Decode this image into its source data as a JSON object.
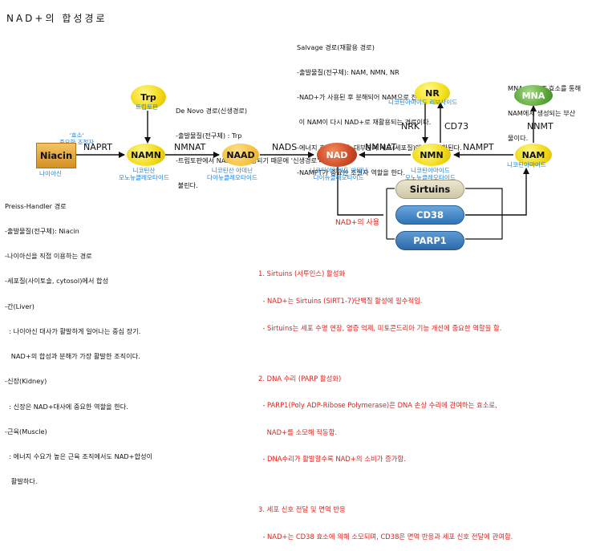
{
  "title": "NAD+의 합성경로",
  "salvage": {
    "lines": [
      "Salvage 경로(재활용 경로)",
      "-출발물질(전구체): NAM, NMN, NR",
      "-NAD+가 사용된 후 분해되어 NAM으로 전환되는데,",
      " 이 NAM이 다시 NAD+로 재활용되는 경로이다.",
      "-에너지 효율적이며, 대부분의 세포(세포질)에서 활성화된다.",
      "-NAMPT가 중요한 조절자 역할을 한다."
    ]
  },
  "denovo": {
    "lines": [
      "De Novo 경로(신생경로)",
      "-출발물질(전구체) : Trp",
      "-트립토판에서 NAD+가 합성되기 때문에 '신생경로'라고",
      " 불린다."
    ]
  },
  "mna_note": {
    "lines": [
      "MNA: NNMT 효소를 통해",
      "NAM에서 생성되는 부산",
      "물이다."
    ]
  },
  "preiss": {
    "lines": [
      "Preiss-Handler 경로",
      "-출발물질(전구체): Niacin",
      "-나이아신을 직접 이용하는 경로",
      "-세포질(사이토솔, cytosol)에서 합성",
      "-간(Liver)",
      "  : 나이아신 대사가 활발하게 일어나는 중심 장기.",
      "   NAD+의 합성과 분해가 가장 활발한 조직이다.",
      "-신장(Kidney)",
      "  : 신장은 NAD+대사에 중요한 역할을 한다.",
      "-근육(Muscle)",
      "  : 에너지 수요가 높은 근육 조직에서도 NAD+합성이",
      "   활발하다."
    ]
  },
  "enzyme_note": "'효소'\n중요한 조절자",
  "nodes": {
    "niacin": {
      "label": "Niacin",
      "sub": "나이아신"
    },
    "namn": {
      "label": "NAMN",
      "sub": "니코틴산\n모노뉴클레오타이드"
    },
    "naad": {
      "label": "NAAD",
      "sub": "니코틴산 아데닌\n다이뉴클레오타이드"
    },
    "nad": {
      "label": "NAD",
      "sub": "니코틴아마이드 아데닌\n다이뉴클레오타이드"
    },
    "nmn": {
      "label": "NMN",
      "sub": "니코틴아마이드\n모노뉴클레오타이드"
    },
    "nam": {
      "label": "NAM",
      "sub": "니코틴아마이드"
    },
    "trp": {
      "label": "Trp",
      "sub": "트립토판"
    },
    "nr": {
      "label": "NR",
      "sub": "니코틴아마이드 리보사이드"
    },
    "mna": {
      "label": "MNA"
    }
  },
  "enzymes": {
    "naprt": "NAPRT",
    "nmnat1": "NMNAT",
    "nads": "NADS",
    "nmnat2": "NMNAT",
    "nampt": "NAMPT",
    "nrk": "NRK",
    "cd73": "CD73",
    "nnmt": "NNMT"
  },
  "consumers": {
    "sirtuins": "Sirtuins",
    "cd38": "CD38",
    "parp1": "PARP1",
    "usage_label": "NAD+의 사용"
  },
  "usage_list": {
    "lines": [
      "1. Sirtuins (서투인스) 활성화",
      "  - NAD+는 Sirtuins (SIRT1-7)단백질 활성에 필수적임.",
      "  - Sirtuins는 세포 수명 연장, 염증 억제, 미토콘드리아 기능 개선에 중요한 역할을 함.",
      "",
      "2. DNA 수리 (PARP 활성화)",
      "  - PARP1(Poly ADP-Ribose Polymerase)은 DNA 손상 수리에 관여하는 효소로,",
      "    NAD+를 소모해 작동함.",
      "  - DNA수리가 활발할수록 NAD+의 소비가 증가함.",
      "",
      "3. 세포 신호 전달 및 면역 반응",
      "  - NAD+는 CD38 효소에 의해 소모되며, CD38은 면역 반응과 세포 신호 전달에 관여함."
    ]
  },
  "colors": {
    "niacin": "#e8a93a",
    "yellow": "#f5e61a",
    "nad": "#c8452a",
    "nr": "#f2e21c",
    "mna": "#5fa83c",
    "sirtuins": "#d8d0b4",
    "cd38": "#3f86c4",
    "parp1": "#3a78b8",
    "accent_blue": "#1f7fd6",
    "accent_red": "#e0201b"
  }
}
